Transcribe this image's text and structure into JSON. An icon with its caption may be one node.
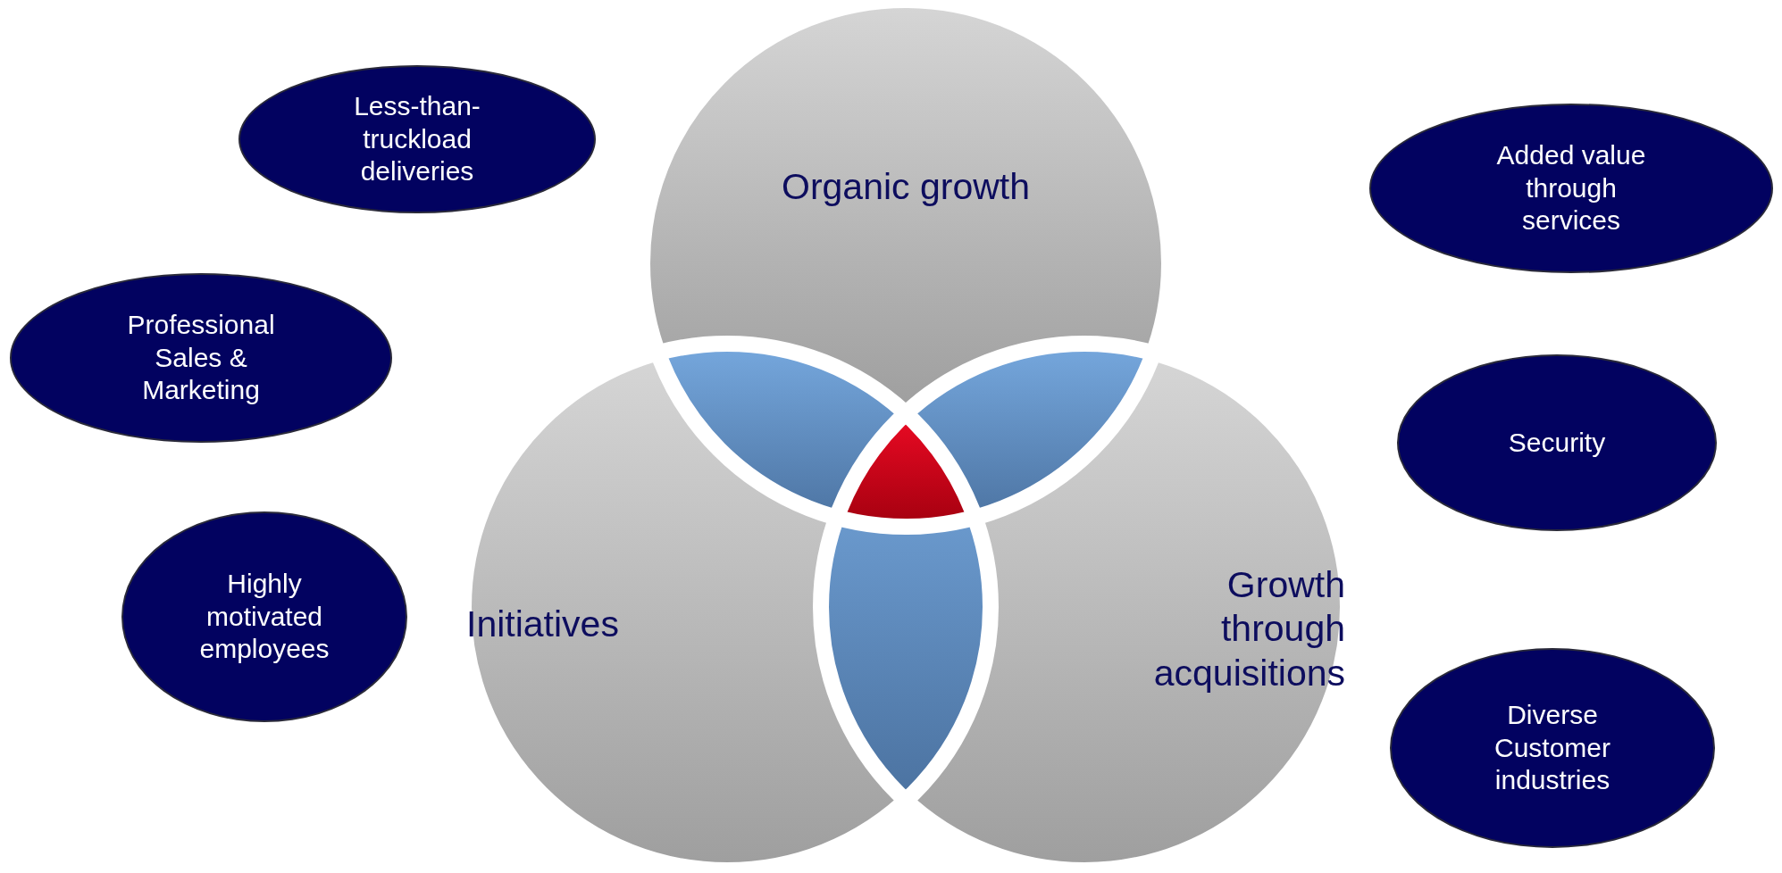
{
  "diagram": {
    "nodes": [
      {
        "text": [
          "Less-than-truckload deliveries"
        ]
      },
      {
        "text": [
          "Professional Sales & Marketing"
        ]
      },
      {
        "text": [
          "Highly motivated employees"
        ]
      },
      {
        "text": [
          "Organic growth"
        ]
      },
      {
        "text": [
          "Initiatives"
        ]
      },
      {
        "text": [
          "Growth through acquisitions"
        ]
      },
      {
        "text": [
          "Added value through services"
        ]
      },
      {
        "text": [
          "Security"
        ]
      },
      {
        "text": [
          "Diverse Customer industries"
        ]
      }
    ]
  }
}
